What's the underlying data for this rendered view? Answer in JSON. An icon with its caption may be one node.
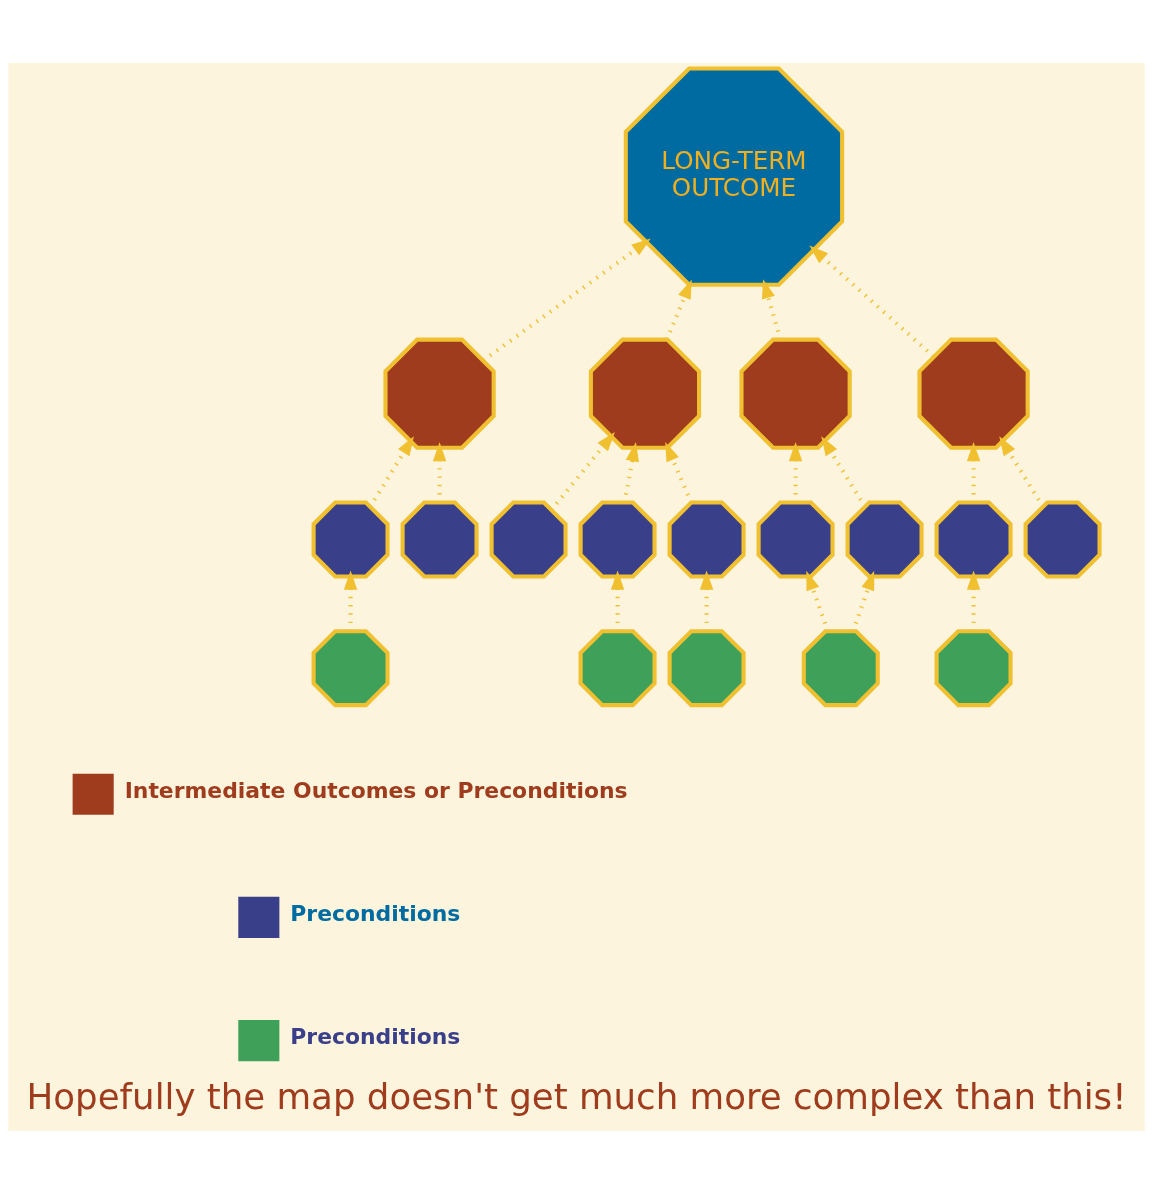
{
  "diagram": {
    "caption": "Hopefully the map doesn't get much more complex than this!",
    "nodes": [
      {
        "text": [
          "LONG-TERM OUTCOME"
        ]
      },
      {
        "text": [],
        "shape": "octagon"
      },
      {
        "text": [],
        "shape": "octagon"
      },
      {
        "text": [],
        "shape": "octagon"
      },
      {
        "text": [],
        "shape": "octagon"
      },
      {
        "text": [],
        "shape": "octagon"
      },
      {
        "text": [],
        "shape": "octagon"
      },
      {
        "text": [],
        "shape": "octagon"
      },
      {
        "text": [],
        "shape": "octagon"
      },
      {
        "text": [],
        "shape": "octagon"
      },
      {
        "text": [],
        "shape": "octagon"
      },
      {
        "text": [],
        "shape": "octagon"
      },
      {
        "text": [],
        "shape": "octagon"
      },
      {
        "text": [],
        "shape": "octagon"
      },
      {
        "text": [],
        "shape": "octagon"
      },
      {
        "text": [],
        "shape": "octagon"
      },
      {
        "text": [],
        "shape": "octagon"
      },
      {
        "text": [],
        "shape": "octagon"
      },
      {
        "text": [],
        "shape": "octagon"
      }
    ],
    "edges": [
      {
        "from": 1,
        "to": 0,
        "arrow": "to"
      },
      {
        "from": 2,
        "to": 0,
        "arrow": "to"
      },
      {
        "from": 3,
        "to": 0,
        "arrow": "to"
      },
      {
        "from": 4,
        "to": 0,
        "arrow": "to"
      },
      {
        "from": 5,
        "to": 1,
        "arrow": "to"
      },
      {
        "from": 6,
        "to": 1,
        "arrow": "to"
      },
      {
        "from": 7,
        "to": 2,
        "arrow": "to"
      },
      {
        "from": 8,
        "to": 2,
        "arrow": "to"
      },
      {
        "from": 9,
        "to": 2,
        "arrow": "to"
      },
      {
        "from": 10,
        "to": 3,
        "arrow": "to"
      },
      {
        "from": 11,
        "to": 3,
        "arrow": "to"
      },
      {
        "from": 12,
        "to": 4,
        "arrow": "to"
      },
      {
        "from": 13,
        "to": 4,
        "arrow": "to"
      },
      {
        "from": 14,
        "to": 5,
        "arrow": "to"
      },
      {
        "from": 15,
        "to": 8,
        "arrow": "to"
      },
      {
        "from": 16,
        "to": 9,
        "arrow": "to"
      },
      {
        "from": 17,
        "to": 10,
        "arrow": "to"
      },
      {
        "from": 17,
        "to": 11,
        "arrow": "to"
      },
      {
        "from": 18,
        "to": 12,
        "arrow": "to"
      }
    ],
    "legend": [
      {
        "text": "Intermediate Outcomes or Preconditions",
        "color": "#a03c1e"
      },
      {
        "text": "Preconditions",
        "color": "#3a3f8a"
      },
      {
        "text": "Preconditions",
        "color": "#3fa05a"
      }
    ]
  }
}
